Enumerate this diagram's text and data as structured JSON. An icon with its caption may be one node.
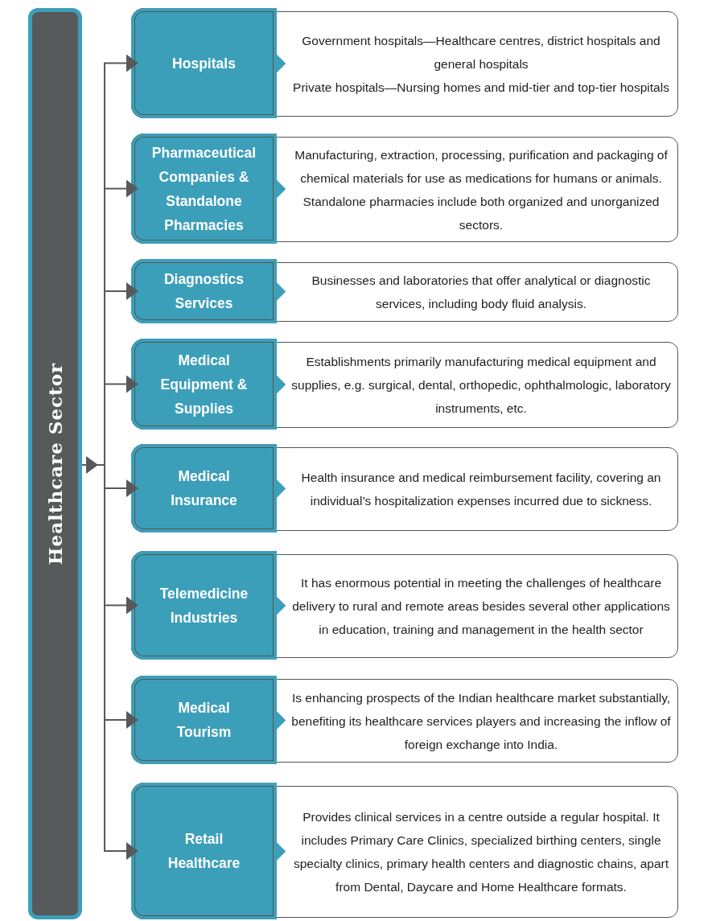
{
  "diagram": {
    "nodes": [
      {
        "text": [
          "Healthcare Sector"
        ]
      },
      {
        "text": [
          "Hospitals"
        ]
      },
      {
        "text": [
          "Government hospitals—Healthcare centres, district hospitals and general hospitals",
          "Private hospitals—Nursing homes and mid-tier and top-tier hospitals"
        ]
      },
      {
        "text": [
          "Pharmaceutical Companies & Standalone Pharmacies"
        ]
      },
      {
        "text": [
          "Manufacturing, extraction, processing, purification and packaging of chemical materials for use as medications for humans or animals. Standalone pharmacies include both organized and unorganized sectors."
        ]
      },
      {
        "text": [
          "Diagnostics Services"
        ]
      },
      {
        "text": [
          "Businesses and laboratories that offer analytical or diagnostic services, including body fluid analysis."
        ]
      },
      {
        "text": [
          "Medical Equipment & Supplies"
        ]
      },
      {
        "text": [
          "Establishments primarily manufacturing medical equipment and supplies, e.g. surgical, dental, orthopedic, ophthalmologic, laboratory instruments, etc."
        ]
      },
      {
        "text": [
          "Medical Insurance"
        ]
      },
      {
        "text": [
          "Health insurance and medical reimbursement facility, covering an individual’s hospitalization expenses incurred due to sickness."
        ]
      },
      {
        "text": [
          "Telemedicine Industries"
        ]
      },
      {
        "text": [
          "It has enormous potential in meeting the challenges of healthcare delivery to rural and remote areas besides several other applications in education, training and management in the health sector"
        ]
      },
      {
        "text": [
          "Medical Tourism"
        ]
      },
      {
        "text": [
          "Is enhancing prospects of the Indian healthcare market substantially, benefiting its healthcare services players and increasing the inflow of foreign exchange into India."
        ]
      },
      {
        "text": [
          "Retail Healthcare"
        ]
      },
      {
        "text": [
          "Provides clinical services in a centre outside a regular hospital. It includes Primary Care Clinics, specialized birthing centers, single specialty clinics, primary health centers and diagnostic chains, apart from Dental, Daycare and Home Healthcare formats."
        ]
      }
    ],
    "edges": [
      {
        "from": 0,
        "to": 1,
        "arrow": "to"
      },
      {
        "from": 0,
        "to": 3,
        "arrow": "to"
      },
      {
        "from": 0,
        "to": 5,
        "arrow": "to"
      },
      {
        "from": 0,
        "to": 7,
        "arrow": "to"
      },
      {
        "from": 0,
        "to": 9,
        "arrow": "to"
      },
      {
        "from": 0,
        "to": 11,
        "arrow": "to"
      },
      {
        "from": 0,
        "to": 13,
        "arrow": "to"
      },
      {
        "from": 0,
        "to": 15,
        "arrow": "to"
      },
      {
        "from": 1,
        "to": 2,
        "arrow": "to",
        "color": "#3c9fb9"
      },
      {
        "from": 3,
        "to": 4,
        "arrow": "to",
        "color": "#3c9fb9"
      },
      {
        "from": 5,
        "to": 6,
        "arrow": "to",
        "color": "#3c9fb9"
      },
      {
        "from": 7,
        "to": 8,
        "arrow": "to",
        "color": "#3c9fb9"
      },
      {
        "from": 9,
        "to": 10,
        "arrow": "to",
        "color": "#3c9fb9"
      },
      {
        "from": 11,
        "to": 12,
        "arrow": "to",
        "color": "#3c9fb9"
      },
      {
        "from": 13,
        "to": 14,
        "arrow": "to",
        "color": "#3c9fb9"
      },
      {
        "from": 15,
        "to": 16,
        "arrow": "to",
        "color": "#3c9fb9"
      }
    ]
  }
}
